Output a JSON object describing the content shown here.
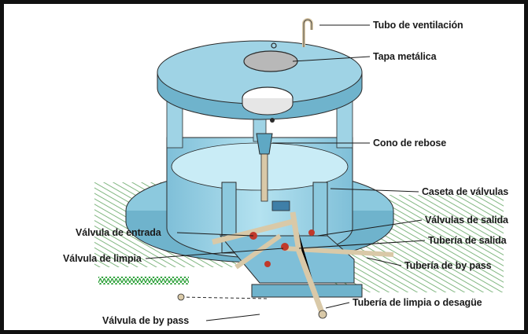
{
  "colors": {
    "water_light": "#a8dcec",
    "water_mid": "#8cc9de",
    "water_dark": "#5fa8c4",
    "outline": "#2a2a2a",
    "pipe": "#d9c9a8",
    "valve": "#c0392b",
    "ground": "#1f9a2c",
    "label": "#1a1a1a"
  },
  "labels": {
    "tubo_ventilacion": "Tubo de ventilación",
    "tapa_metalica": "Tapa metálica",
    "cono_rebose": "Cono de rebose",
    "caseta_valvulas": "Caseta de válvulas",
    "valvulas_salida": "Válvulas de salida",
    "tuberia_salida": "Tubería de salida",
    "tuberia_by_pass": "Tubería de by pass",
    "tuberia_limpia": "Tubería de limpia o desagüe",
    "valvula_entrada": "Válvula de entrada",
    "valvula_limpia": "Válvula de limpia",
    "valvula_by_pass": "Válvula de by pass"
  },
  "icons": [
    "ventilation-pipe",
    "metal-lid",
    "overflow-cone",
    "valve-house",
    "valve",
    "pipe",
    "ground-hatch"
  ]
}
